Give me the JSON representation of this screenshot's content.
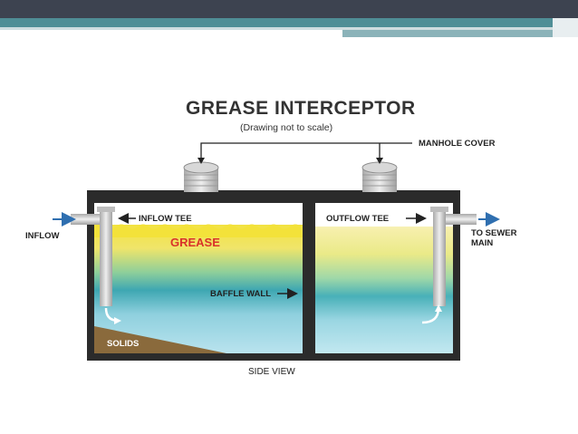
{
  "title": "GREASE INTERCEPTOR",
  "subtitle": "(Drawing not to scale)",
  "labels": {
    "manhole_cover": "MANHOLE COVER",
    "inflow_tee": "INFLOW TEE",
    "inflow": "INFLOW",
    "grease": "GREASE",
    "outflow_tee": "OUTFLOW TEE",
    "to_sewer_main": "TO SEWER MAIN",
    "baffle_wall": "BAFFLE WALL",
    "solids": "SOLIDS",
    "side_view": "SIDE VIEW"
  },
  "colors": {
    "tank_wall": "#2b2b2b",
    "grease_layer": "#f3e23a",
    "grease_label": "#d9322a",
    "water_light": "#b9e3ee",
    "water_teal": "#3ea7b2",
    "solids": "#8a6a3c",
    "pipe": "#c9c9c9",
    "arrow": "#2f6fb0",
    "slide_band": "#3d4350",
    "slide_accent": "#4f8e96"
  }
}
